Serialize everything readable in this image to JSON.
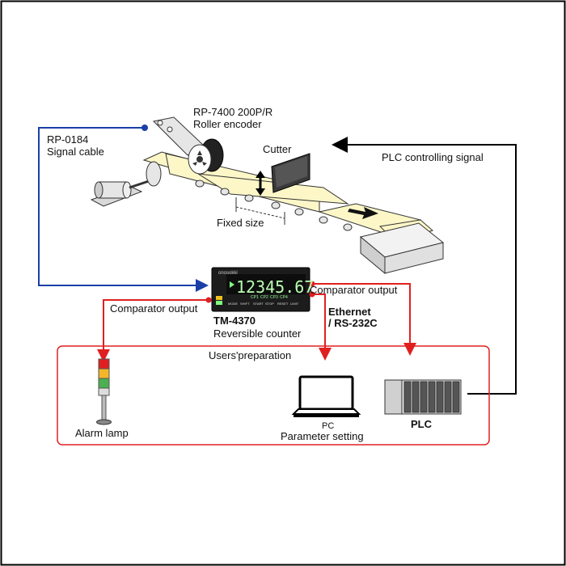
{
  "encoder": {
    "model": "RP-7400 200P/R",
    "name": "Roller encoder"
  },
  "cable": {
    "model": "RP-0184",
    "name": "Signal cable"
  },
  "cutter_label": "Cutter",
  "fixed_size_label": "Fixed size",
  "plc_signal_label": "PLC controlling signal",
  "counter": {
    "brand": "onosokki",
    "display_value": "12345.67",
    "cp_labels": [
      "CP1",
      "CP2",
      "CP3",
      "CP4"
    ],
    "key_labels": [
      "MODE",
      "SHIFT",
      "START",
      "STOP",
      "RESET",
      "LIMIT"
    ],
    "model": "TM-4370",
    "name": "Reversible counter"
  },
  "comparator_output_left": "Comparator output",
  "comparator_output_right": "Comparator output",
  "comm_label_line1": "Ethernet",
  "comm_label_line2": "/ RS-232C",
  "users_preparation_label": "Users'preparation",
  "alarm_lamp_label": "Alarm lamp",
  "pc": {
    "label": "PC",
    "sublabel": "Parameter setting"
  },
  "plc_label": "PLC",
  "colors": {
    "signal_cable": "#1a3fa8",
    "output_lines": "#e02020",
    "plc_feedback": "#000000",
    "display_text": "#b9ffb0",
    "paper": "#fdf7c8"
  }
}
